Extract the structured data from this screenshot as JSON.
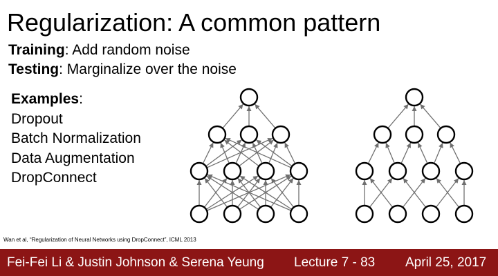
{
  "slide": {
    "title": "Regularization: A common pattern",
    "training_label": "Training",
    "training_text": ": Add random noise",
    "testing_label": "Testing",
    "testing_text": ": Marginalize over the noise",
    "examples_label": "Examples",
    "examples_colon": ":",
    "examples": [
      "Dropout",
      "Batch Normalization",
      "Data Augmentation",
      "DropConnect"
    ],
    "citation": "Wan et al, “Regularization of Neural Networks using DropConnect”, ICML 2013"
  },
  "footer": {
    "authors": "Fei-Fei Li & Justin Johnson & Serena Yeung",
    "lecture": "Lecture 7 - 83",
    "date": "April 25, 2017"
  },
  "diagram": {
    "layer_sizes": [
      4,
      4,
      3,
      1
    ],
    "full_network": "fully-connected",
    "dropconnect_edges": [
      [
        [
          0,
          0
        ],
        [
          0,
          1
        ],
        [
          1,
          0
        ],
        [
          1,
          2
        ],
        [
          2,
          1
        ],
        [
          2,
          3
        ],
        [
          3,
          2
        ],
        [
          3,
          3
        ]
      ],
      [
        [
          0,
          0
        ],
        [
          1,
          0
        ],
        [
          1,
          1
        ],
        [
          2,
          1
        ],
        [
          2,
          2
        ],
        [
          3,
          2
        ]
      ],
      [
        [
          0,
          0
        ],
        [
          1,
          0
        ],
        [
          2,
          0
        ]
      ]
    ],
    "colors": {
      "edge": "#6f6f6f",
      "node_stroke": "#000000",
      "node_fill": "#ffffff",
      "footer_bg": "#8c1515"
    }
  }
}
